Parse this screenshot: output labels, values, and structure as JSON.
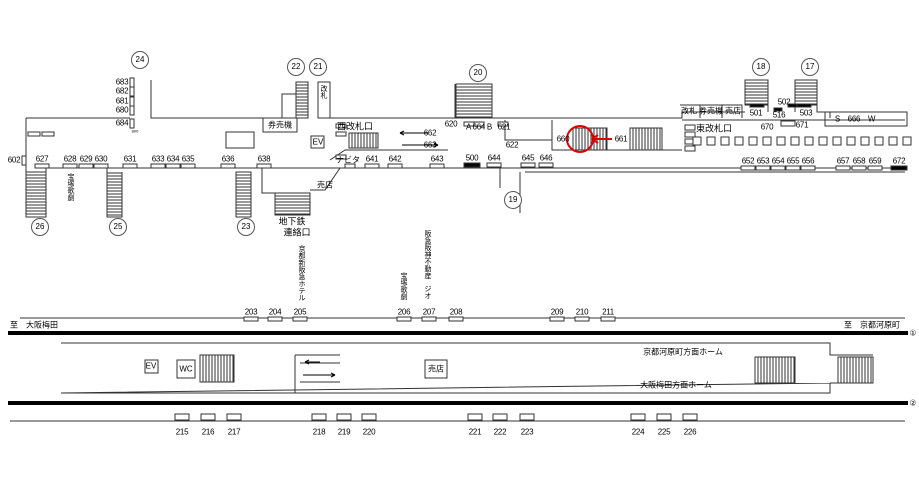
{
  "exits": [
    "24",
    "22",
    "21",
    "20",
    "18",
    "17",
    "26",
    "25",
    "23",
    "19"
  ],
  "ads_upper": [
    "683",
    "682",
    "681",
    "680",
    "684",
    "602",
    "627",
    "628",
    "629",
    "630",
    "631",
    "633",
    "634",
    "635",
    "636",
    "638",
    "641",
    "642",
    "643",
    "500",
    "644",
    "645",
    "646",
    "652",
    "653",
    "654",
    "655",
    "656",
    "657",
    "658",
    "659",
    "672",
    "620",
    "A 664 B",
    "621",
    "622",
    "660",
    "661",
    "662",
    "663",
    "501",
    "502",
    "516",
    "503",
    "670",
    "671",
    "S　666　W"
  ],
  "labels": {
    "ticket_machine_west": "券売機",
    "gate_west": "改札",
    "west_gate": "西改札口",
    "ev_west": "EV",
    "navita": "ナビタ",
    "kiosk_upper": "売店",
    "takarazuka_upper": "宝塚歌劇",
    "subway": "地下鉄",
    "subway2": "連絡口",
    "east_gate": "東改札口",
    "gate_east": "改札",
    "ticket_machine_east": "券売機",
    "kiosk_east": "売店",
    "hotel": "京都新阪急ホテル",
    "takarazuka_platform": "宝塚歌劇",
    "hankyu_realestate": "阪急阪神不動産",
    "geo": "ジオ",
    "to_osaka": "至　大阪梅田",
    "to_kyoto": "至　京都河原町",
    "track1": "①",
    "track2": "②",
    "platform_kyoto": "京都河原町方面ホーム",
    "platform_osaka": "大阪梅田方面ホーム",
    "ev_platform": "EV",
    "wc": "WC",
    "kiosk_platform": "売店",
    "small_800": "800"
  },
  "ads_platform_top": [
    "203",
    "204",
    "205",
    "206",
    "207",
    "208",
    "209",
    "210",
    "211"
  ],
  "ads_platform_bottom": [
    "215",
    "216",
    "217",
    "218",
    "219",
    "220",
    "221",
    "222",
    "223",
    "224",
    "225",
    "226"
  ],
  "highlight": {
    "target": "660",
    "color": "#e00000"
  }
}
